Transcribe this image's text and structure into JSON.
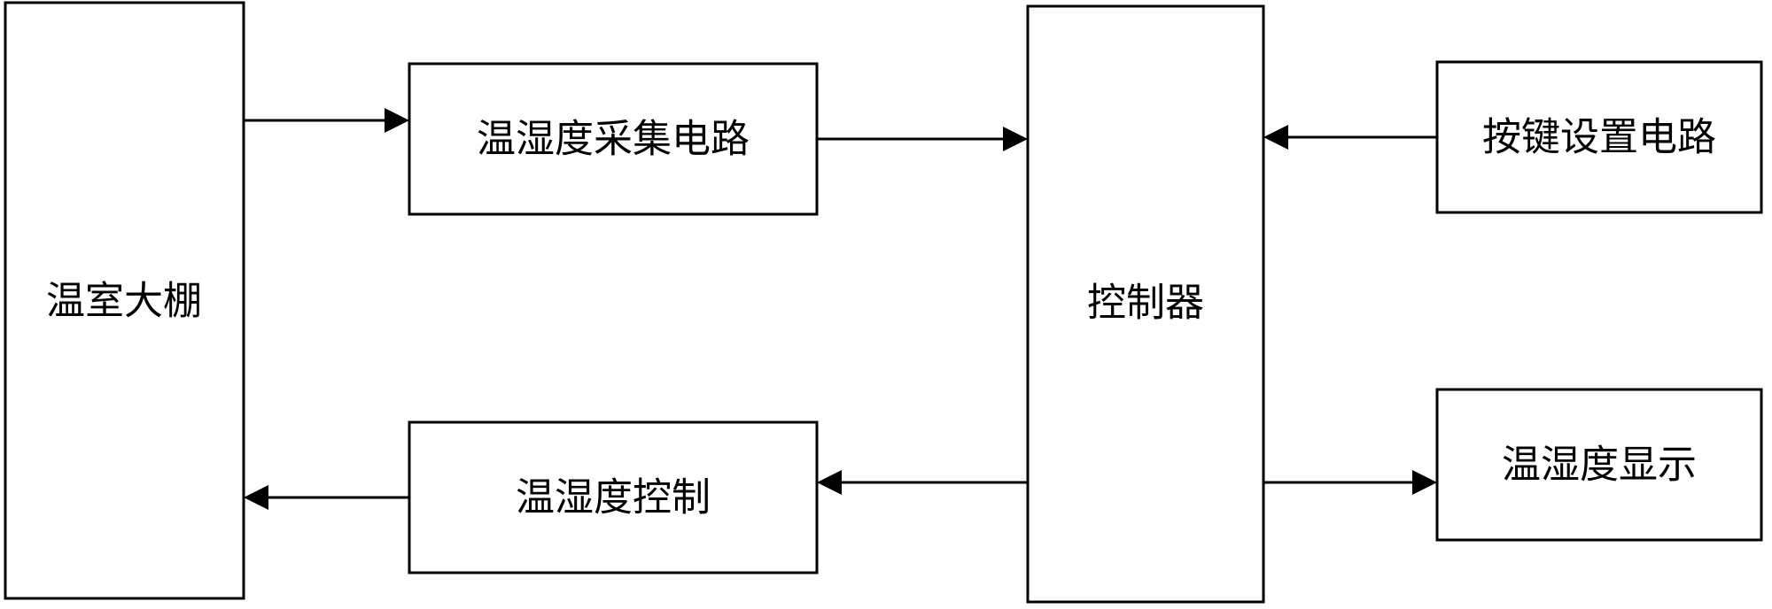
{
  "diagram": {
    "nodes": {
      "greenhouse": {
        "label": "温室大棚"
      },
      "acquisition": {
        "label": "温湿度采集电路"
      },
      "controller": {
        "label": "控制器"
      },
      "keypad": {
        "label": "按键设置电路"
      },
      "control": {
        "label": "温湿度控制"
      },
      "display": {
        "label": "温湿度显示"
      }
    },
    "edges": [
      {
        "from": "greenhouse",
        "to": "acquisition"
      },
      {
        "from": "acquisition",
        "to": "controller"
      },
      {
        "from": "keypad",
        "to": "controller"
      },
      {
        "from": "controller",
        "to": "control"
      },
      {
        "from": "control",
        "to": "greenhouse"
      },
      {
        "from": "controller",
        "to": "display"
      }
    ]
  }
}
